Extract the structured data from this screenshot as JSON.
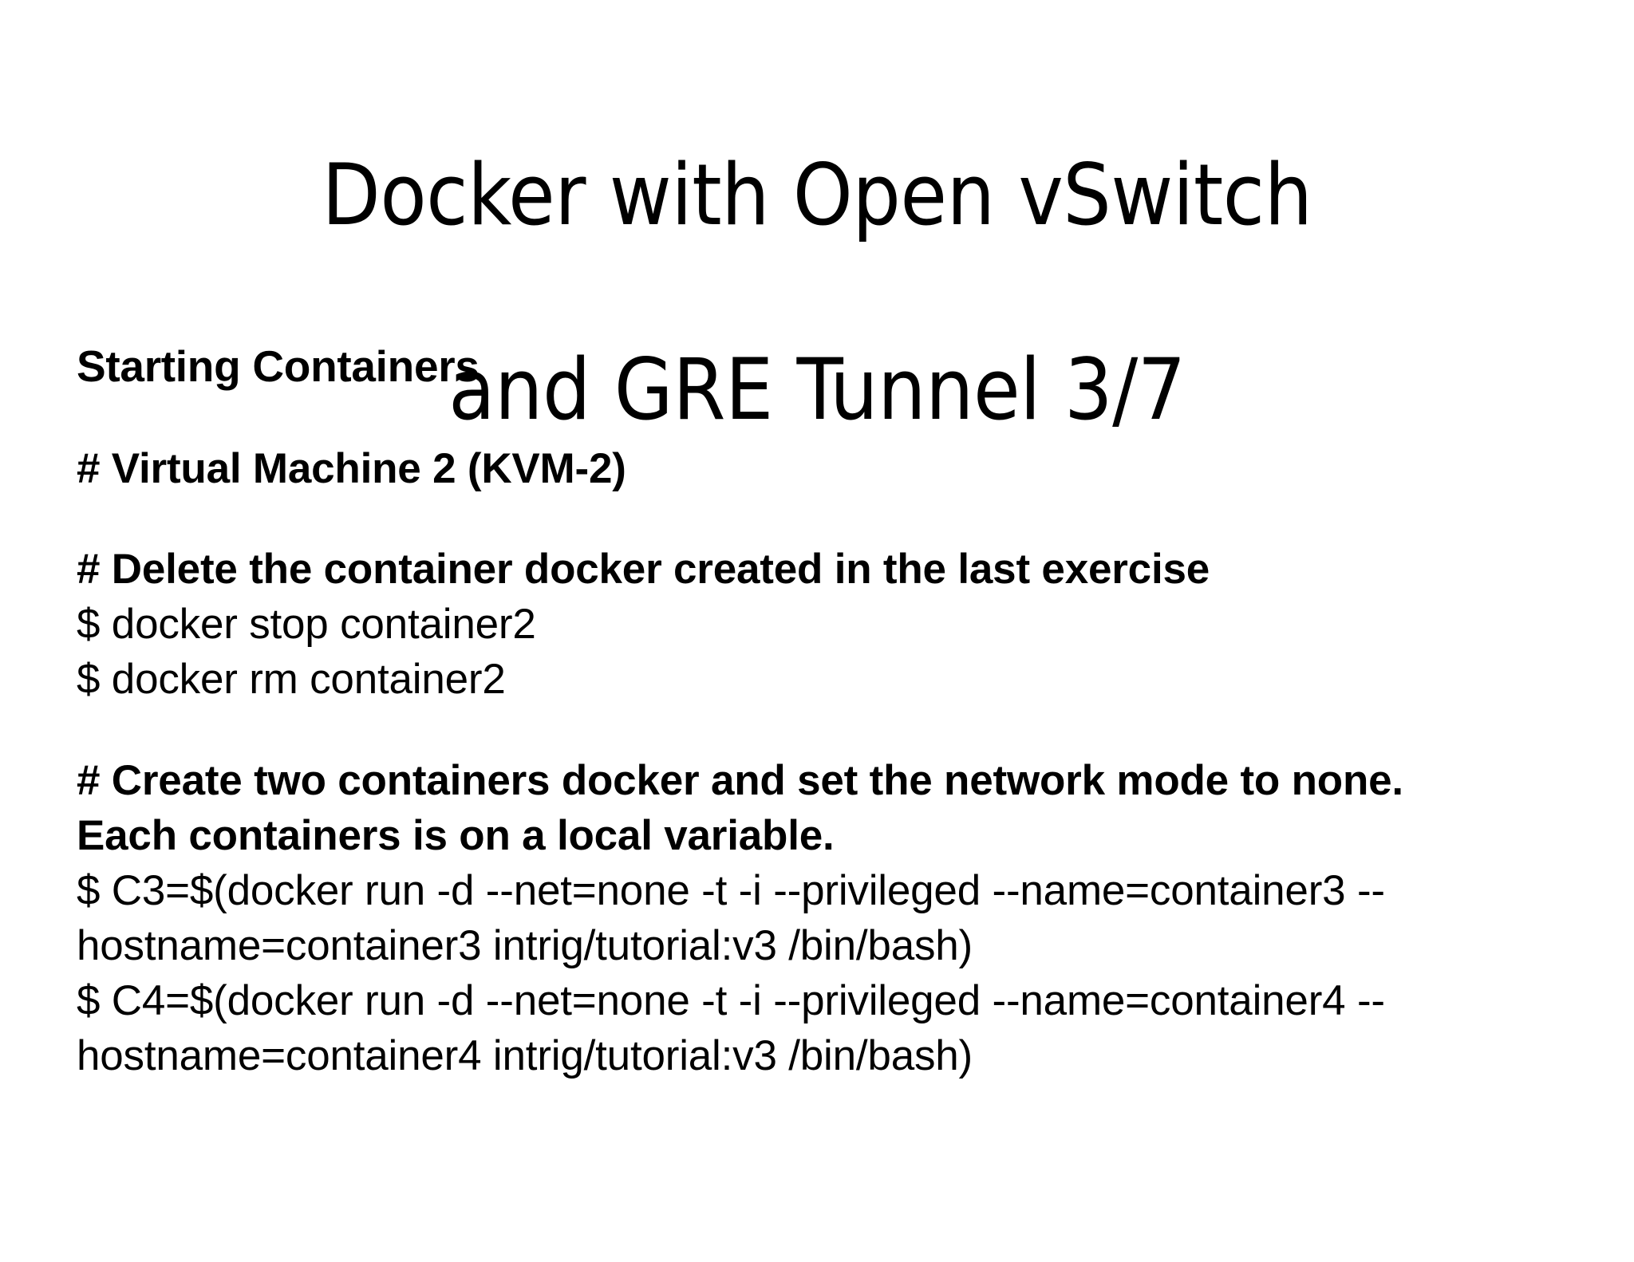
{
  "slide": {
    "title_line_1": "Docker with Open vSwitch",
    "title_line_2": "and GRE Tunnel 3/7",
    "heading": "Starting Containers",
    "blocks": [
      {
        "comment": "# Virtual Machine 2 (KVM-2)",
        "commands": []
      },
      {
        "comment": "# Delete the container docker created in the last exercise",
        "commands": [
          "$ docker stop container2",
          "$ docker rm container2"
        ]
      },
      {
        "comment_line_1": "# Create two containers docker and set the network mode to none.",
        "comment_line_2": "Each containers is on a local variable.",
        "commands": [
          "$ C3=$(docker run -d --net=none -t -i --privileged --name=container3 --hostname=container3 intrig/tutorial:v3 /bin/bash)",
          "$ C4=$(docker run -d --net=none -t -i --privileged --name=container4 --hostname=container4 intrig/tutorial:v3 /bin/bash)"
        ]
      }
    ],
    "colors": {
      "background": "#ffffff",
      "text": "#000000"
    }
  }
}
